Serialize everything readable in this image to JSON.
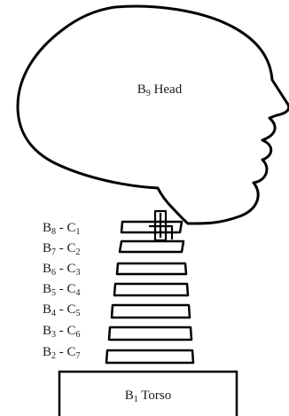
{
  "head": {
    "base": "B",
    "sub": "9",
    "suffix": " Head"
  },
  "torso": {
    "base": "B",
    "sub": "1",
    "suffix": " Torso"
  },
  "segments": [
    {
      "body": "8",
      "cervical": "1"
    },
    {
      "body": "7",
      "cervical": "2"
    },
    {
      "body": "6",
      "cervical": "3"
    },
    {
      "body": "5",
      "cervical": "4"
    },
    {
      "body": "4",
      "cervical": "5"
    },
    {
      "body": "3",
      "cervical": "6"
    },
    {
      "body": "2",
      "cervical": "7"
    }
  ],
  "label_parts": {
    "body_prefix": "B",
    "separator": " - ",
    "cervical_prefix": "C"
  }
}
